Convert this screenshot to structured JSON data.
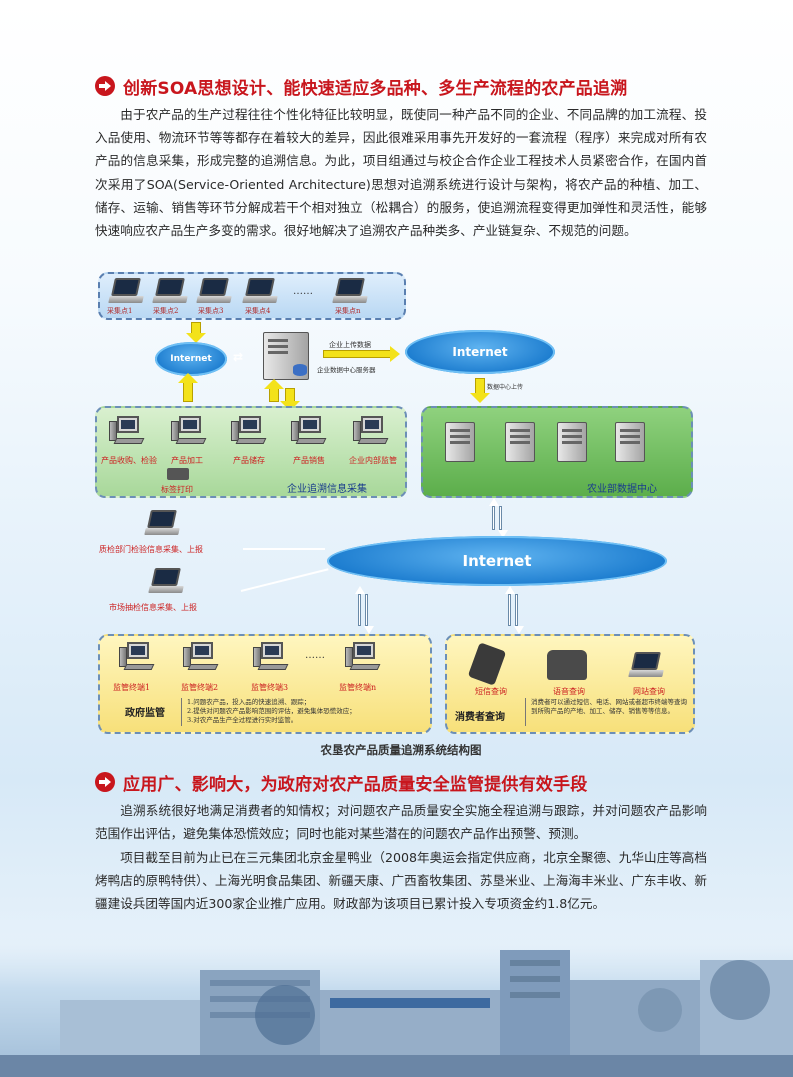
{
  "section1": {
    "title": "创新SOA思想设计、能快速适应多品种、多生产流程的农产品追溯",
    "paragraph": "由于农产品的生产过程往往个性化特征比较明显，既使同一种产品不同的企业、不同品牌的加工流程、投入品使用、物流环节等等都存在着较大的差异，因此很难采用事先开发好的一套流程（程序）来完成对所有农产品的信息采集，形成完整的追溯信息。为此，项目组通过与校企合作企业工程技术人员紧密合作，在国内首次采用了SOA(Service-Oriented Architecture)思想对追溯系统进行设计与架构，将农产品的种植、加工、储存、运输、销售等环节分解成若干个相对独立（松耦合）的服务，使追溯流程变得更加弹性和灵活性，能够快速响应农产品生产多变的需求。很好地解决了追溯农产品种类多、产业链复杂、不规范的问题。"
  },
  "diagram": {
    "collect_points": [
      "采集点1",
      "采集点2",
      "采集点3",
      "采集点4",
      "采集点n"
    ],
    "ellipsis": "……",
    "internet": "Internet",
    "server_label": "企业数据中心服务器",
    "upload_label": "企业上传数据",
    "upload_label2": "数据中心上传",
    "enterprise_nodes": [
      "产品收购、检验",
      "产品加工",
      "产品储存",
      "产品销售",
      "企业内部监管"
    ],
    "label_print": "标签打印",
    "enterprise_panel": "企业追溯信息采集",
    "ministry_panel": "农业部数据中心",
    "quality_label": "质检部门检验信息采集、上报",
    "market_label": "市场抽检信息采集、上报",
    "gov_terminals": [
      "监管终端1",
      "监管终端2",
      "监管终端3",
      "监管终端n"
    ],
    "gov_title": "政府监管",
    "gov_notes": [
      "1.问题农产品，投入品的快速追溯、跟踪；",
      "2.提供对问题农产品影响范围的评估，避免集体恐慌效应；",
      "3.对农产品生产全过程进行实时监管。"
    ],
    "consumer_items": [
      "短信查询",
      "语音查询",
      "网站查询"
    ],
    "consumer_title": "消费者查询",
    "consumer_note": "消费者可以通过短信、电话、网站或者超市终端等查询到所购产品的产地、加工、储存、销售等等信息。",
    "caption": "农垦农产品质量追溯系统结构图"
  },
  "section2": {
    "title": "应用广、影响大，为政府对农产品质量安全监管提供有效手段",
    "paragraph1": "追溯系统很好地满足消费者的知情权；对问题农产品质量安全实施全程追溯与跟踪，并对问题农产品影响范围作出评估，避免集体恐慌效应；同时也能对某些潜在的问题农产品作出预警、预测。",
    "paragraph2": "项目截至目前为止已在三元集团北京金星鸭业（2008年奥运会指定供应商，北京全聚德、九华山庄等高档烤鸭店的原鸭特供）、上海光明食品集团、新疆天康、广西畜牧集团、苏垦米业、上海海丰米业、广东丰收、新疆建设兵团等国内近300家企业推广应用。财政部为该项目已累计投入专项资金约1.8亿元。"
  },
  "colors": {
    "accent_red": "#c8161d",
    "internet_blue": "#1e7ed0"
  }
}
